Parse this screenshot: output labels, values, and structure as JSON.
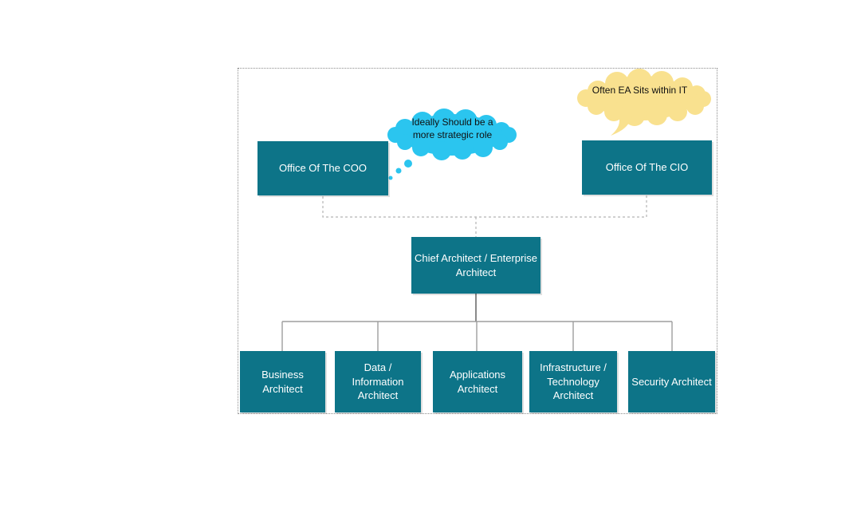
{
  "org": {
    "top_row": {
      "coo": {
        "label": "Office Of The COO"
      },
      "cio": {
        "label": "Office Of The CIO"
      }
    },
    "middle": {
      "chief": {
        "label": "Chief Architect / Enterprise Architect"
      }
    },
    "children": [
      {
        "label": "Business Architect"
      },
      {
        "label": "Data / Information Architect"
      },
      {
        "label": "Applications Architect"
      },
      {
        "label": "Infrastructure / Technology Architect"
      },
      {
        "label": "Security Architect"
      }
    ]
  },
  "callouts": {
    "strategic": {
      "text": "Ideally Should be a more strategic role",
      "color": "#2bc5ef"
    },
    "within_it": {
      "text": "Often EA Sits within IT",
      "color": "#f9e18f"
    }
  },
  "colors": {
    "node_fill": "#0d7488",
    "node_text": "#ffffff",
    "connector_solid": "#9e9e9e",
    "connector_dashed": "#b3b3b3",
    "frame_border": "#8c8c8c"
  }
}
